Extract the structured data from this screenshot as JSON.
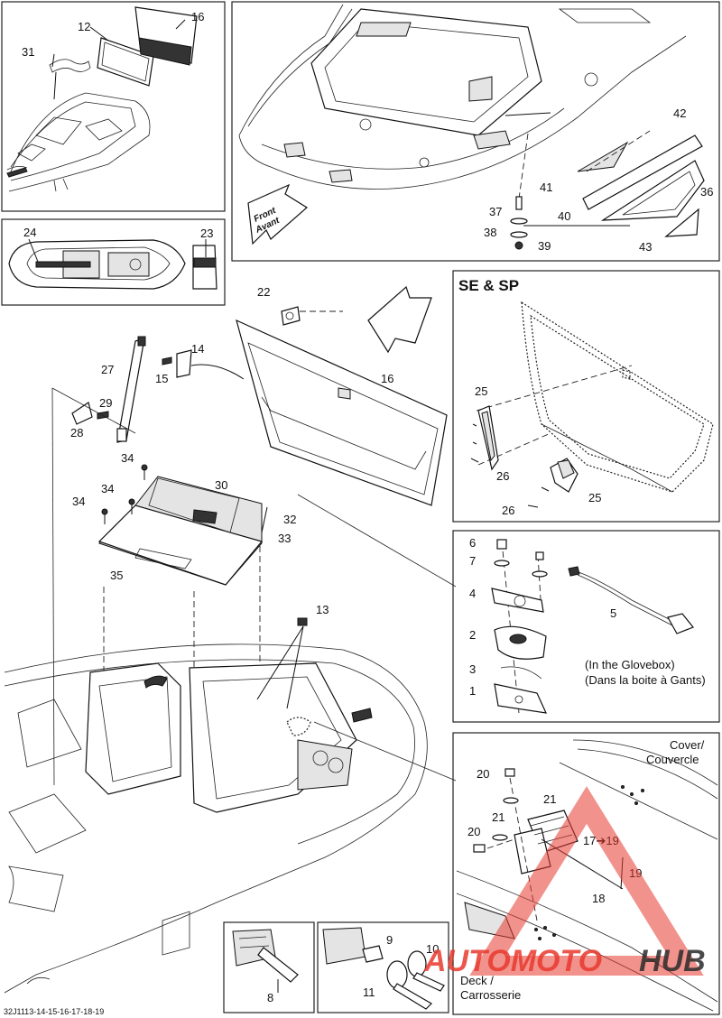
{
  "figure_code": "32J1113-14-15-16-17-18-19",
  "direction_arrow": {
    "line1": "Front",
    "line2": "Avant"
  },
  "panels": {
    "se_sp": {
      "title": "SE & SP"
    },
    "glovebox": {
      "note_en": "(In the Glovebox)",
      "note_fr": "(Dans la boite à Gants)"
    },
    "cover_deck": {
      "cover_label_line1": "Cover/",
      "cover_label_line2": "Couvercle",
      "deck_label_line1": "Deck /",
      "deck_label_line2": "Carrosserie"
    }
  },
  "callouts": {
    "c1": "1",
    "c2": "2",
    "c3": "3",
    "c4": "4",
    "c5": "5",
    "c6": "6",
    "c7": "7",
    "c8": "8",
    "c9": "9",
    "c10": "10",
    "c11": "11",
    "c12": "12",
    "c13": "13",
    "c14": "14",
    "c15": "15",
    "c16": "16",
    "c17": "17",
    "c18": "18",
    "c19": "19",
    "c20": "20",
    "c21": "21",
    "c22": "22",
    "c23": "23",
    "c24": "24",
    "c25": "25",
    "c26": "26",
    "c27": "27",
    "c28": "28",
    "c29": "29",
    "c30": "30",
    "c31": "31",
    "c32": "32",
    "c33": "33",
    "c34": "34",
    "c35": "35",
    "c36": "36",
    "c37": "37",
    "c38": "38",
    "c39": "39",
    "c40": "40",
    "c41": "41",
    "c42": "42",
    "c43": "43",
    "c17_19": "17➔19"
  },
  "watermark": {
    "part1": "AUTOMOTO",
    "part2": "HUB"
  }
}
